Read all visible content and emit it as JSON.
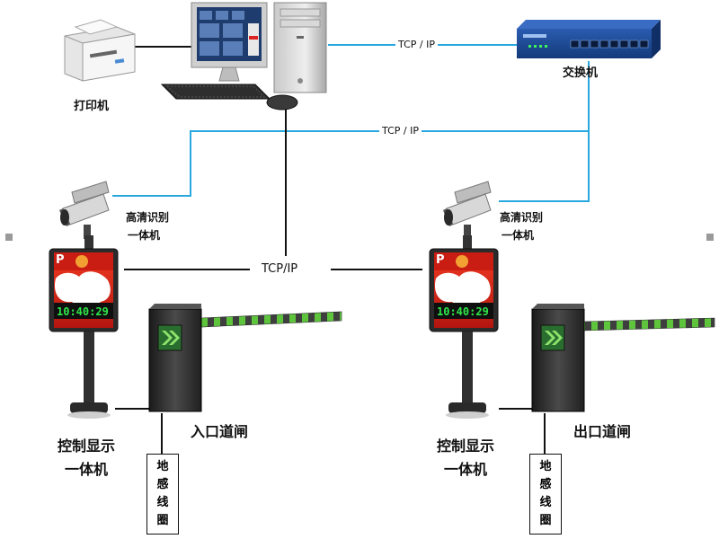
{
  "labels": {
    "printer": "打印机",
    "switch": "交换机",
    "camera_left_1": "高清识别",
    "camera_left_2": "一体机",
    "camera_right_1": "高清识别",
    "camera_right_2": "一体机",
    "display_left_1": "控制显示",
    "display_left_2": "一体机",
    "display_right_1": "控制显示",
    "display_right_2": "一体机",
    "gate_entry": "入口道闸",
    "gate_exit": "出口道闸",
    "loop_left": "地感线圈",
    "loop_right": "地感线圈"
  },
  "protocols": {
    "pc_switch": "TCP / IP",
    "cameras": "TCP / IP",
    "displays": "TCP/IP"
  },
  "displays": {
    "left_time": "10:40:29",
    "right_time": "10:40:29",
    "p_mark": "P"
  },
  "colors": {
    "network_line": "#29a8e0",
    "wire": "#111111",
    "barrier_green": "#5ec43c",
    "clock_green": "#2ee84a",
    "screen_red": "#e2241c"
  },
  "icons": [
    "printer-icon",
    "computer-icon",
    "network-switch-icon",
    "camera-icon",
    "led-display-icon",
    "barrier-gate-icon",
    "arrow-icon"
  ]
}
